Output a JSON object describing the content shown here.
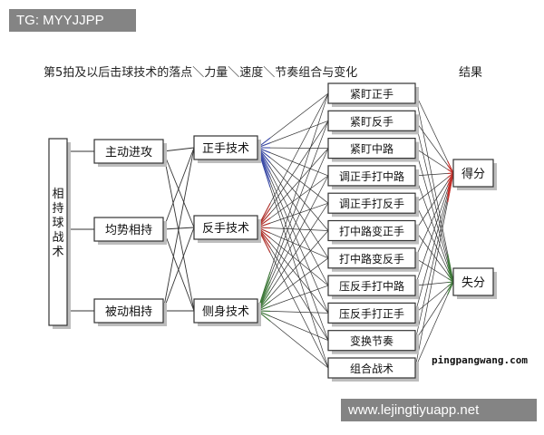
{
  "title": "第5拍及以后击球技术的落点＼力量＼速度＼节奏组合与变化",
  "result_header": "结果",
  "root": {
    "label": "相持球战术"
  },
  "tactics": [
    {
      "label": "主动进攻"
    },
    {
      "label": "均势相持"
    },
    {
      "label": "被动相持"
    }
  ],
  "techniques": [
    {
      "label": "正手技术"
    },
    {
      "label": "反手技术"
    },
    {
      "label": "侧身技术"
    }
  ],
  "placements": [
    {
      "label": "紧盯正手"
    },
    {
      "label": "紧盯反手"
    },
    {
      "label": "紧盯中路"
    },
    {
      "label": "调正手打中路"
    },
    {
      "label": "调正手打反手"
    },
    {
      "label": "打中路变正手"
    },
    {
      "label": "打中路变反手"
    },
    {
      "label": "压反手打中路"
    },
    {
      "label": "压反手打正手"
    },
    {
      "label": "变换节奏"
    },
    {
      "label": "组合战术"
    }
  ],
  "results": [
    {
      "label": "得分"
    },
    {
      "label": "失分"
    }
  ],
  "colors": {
    "forehand_lines": "#3a4aa8",
    "backhand_lines": "#b3302a",
    "pivot_lines": "#3f7a3a",
    "score_lines": "#c8302a",
    "lose_lines": "#3f7a3a"
  },
  "watermarks": {
    "tg": "TG: MYYJJPP",
    "credit": "pingpangwang.com",
    "site": "www.lejingtiyuapp.net"
  }
}
